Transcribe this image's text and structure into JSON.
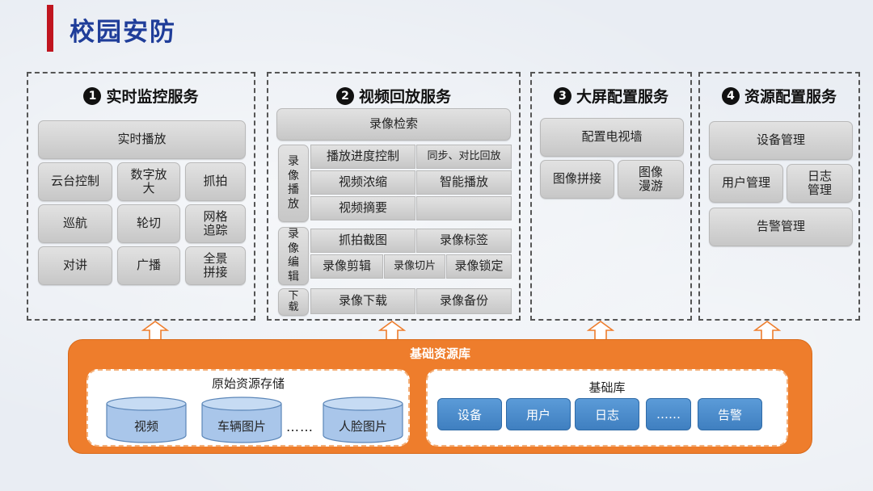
{
  "title": "校园安防",
  "panels": {
    "p1": {
      "num": "1",
      "title": "实时监控服务",
      "items": [
        "实时播放",
        "云台控制",
        "数字放大",
        "抓拍",
        "巡航",
        "轮切",
        "网格追踪",
        "对讲",
        "广播",
        "全景拼接"
      ]
    },
    "p2": {
      "num": "2",
      "title": "视频回放服务",
      "search": "录像检索",
      "g1_label": "录像播放",
      "g1": [
        "播放进度控制",
        "同步、对比回放",
        "视频浓缩",
        "智能播放",
        "视频摘要"
      ],
      "g2_label": "录像编辑",
      "g2": [
        "抓拍截图",
        "录像标签",
        "录像剪辑",
        "录像切片",
        "录像锁定"
      ],
      "g3_label": "下载",
      "g3": [
        "录像下载",
        "录像备份"
      ]
    },
    "p3": {
      "num": "3",
      "title": "大屏配置服务",
      "items": [
        "配置电视墙",
        "图像拼接",
        "图像漫游"
      ]
    },
    "p4": {
      "num": "4",
      "title": "资源配置服务",
      "items": [
        "设备管理",
        "用户管理",
        "日志管理",
        "告警管理"
      ]
    }
  },
  "base": {
    "title": "基础资源库",
    "raw": {
      "title": "原始资源存储",
      "items": [
        "视频",
        "车辆图片",
        "人脸图片"
      ],
      "ellipsis": "……"
    },
    "lib": {
      "title": "基础库",
      "items": [
        "设备",
        "用户",
        "日志",
        "……",
        "告警"
      ]
    }
  },
  "colors": {
    "title": "#1f3d99",
    "accent": "#c0151f",
    "base": "#ee7d2c",
    "button": "#4a8bcc",
    "cylinder": "#a9c6ea"
  }
}
